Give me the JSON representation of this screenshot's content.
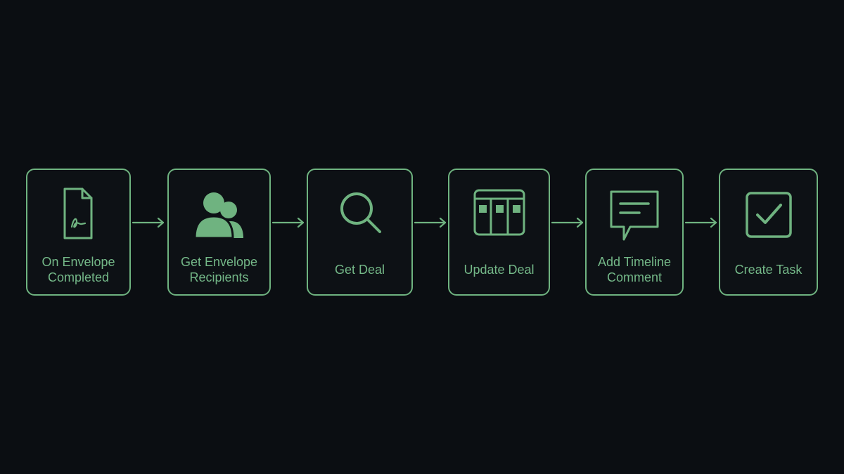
{
  "colors": {
    "background": "#0b0e12",
    "accent": "#6fb380",
    "text": "#74b888"
  },
  "steps": [
    {
      "line1": "On Envelope",
      "line2": "Completed",
      "icon": "signed-document-icon"
    },
    {
      "line1": "Get Envelope",
      "line2": "Recipients",
      "icon": "users-icon"
    },
    {
      "line1": "Get Deal",
      "line2": "",
      "icon": "search-icon"
    },
    {
      "line1": "Update Deal",
      "line2": "",
      "icon": "kanban-board-icon"
    },
    {
      "line1": "Add Timeline",
      "line2": "Comment",
      "icon": "comment-icon"
    },
    {
      "line1": "Create Task",
      "line2": "",
      "icon": "checkbox-icon"
    }
  ]
}
